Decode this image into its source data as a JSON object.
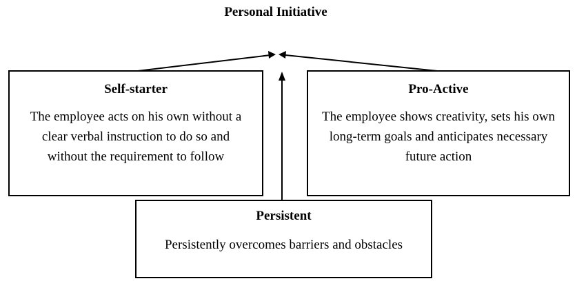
{
  "diagram": {
    "title": "Personal Initiative",
    "boxes": [
      {
        "heading": "Self-starter",
        "lines": [
          "The employee acts on his own without a",
          "clear verbal instruction to do so and",
          "without the requirement to follow"
        ]
      },
      {
        "heading": "Pro-Active",
        "lines": [
          "The employee shows creativity, sets his own",
          "long-term goals and anticipates necessary",
          "future action"
        ]
      },
      {
        "heading": "Persistent",
        "lines": [
          "Persistently overcomes barriers and obstacles"
        ]
      }
    ],
    "arrows": [
      {
        "from": "Self-starter",
        "to": "Personal Initiative"
      },
      {
        "from": "Pro-Active",
        "to": "Personal Initiative"
      },
      {
        "from": "Persistent",
        "to": "Personal Initiative"
      }
    ]
  }
}
